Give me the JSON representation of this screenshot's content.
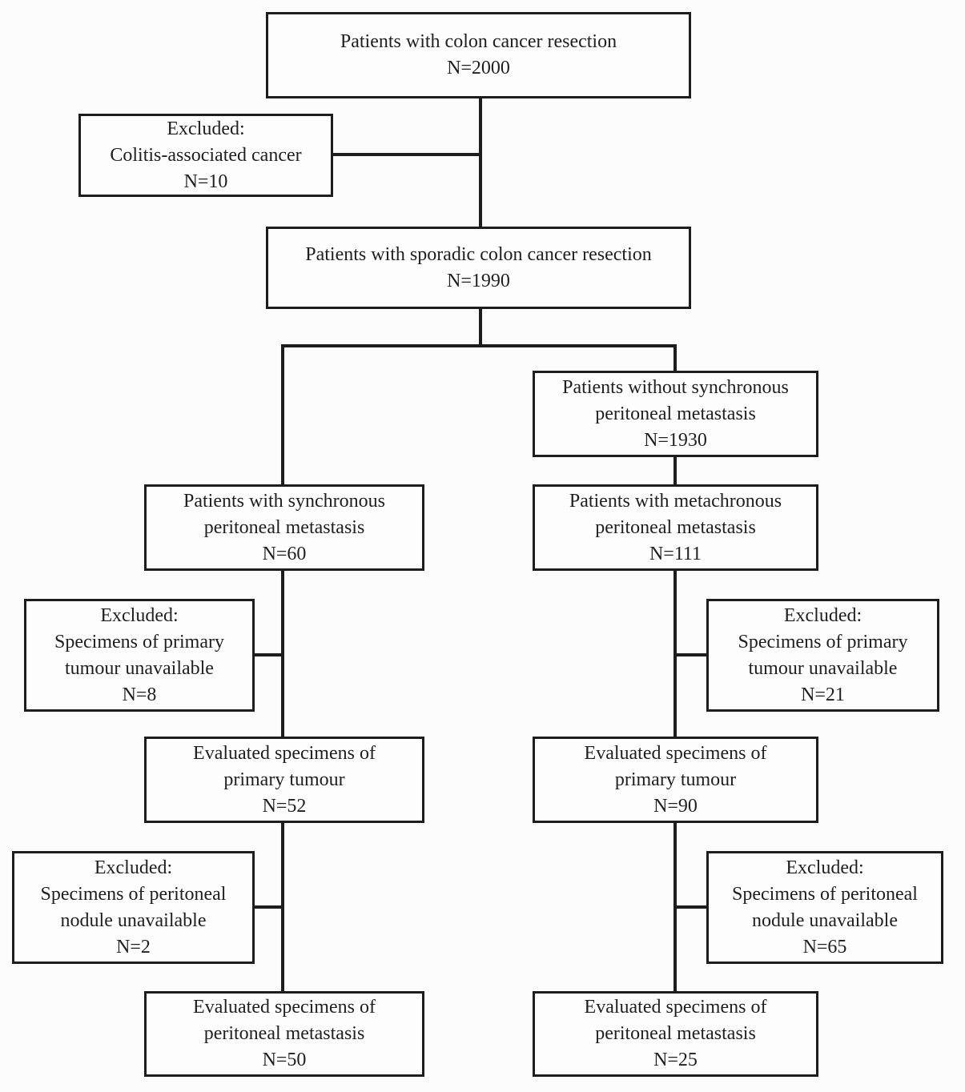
{
  "diagram": {
    "type": "flowchart",
    "description": "Patient selection flow diagram for colon cancer resection study",
    "colors": {
      "line": "#1d1d1d",
      "text": "#1f1f1f",
      "box_background": "#fdfdfd",
      "page_background": "#fcfcfc"
    },
    "nodes": {
      "colon_resection": {
        "lines": [
          "Patients with colon cancer resection",
          "N=2000"
        ],
        "n": 2000
      },
      "excluded_colitis": {
        "lines": [
          "Excluded:",
          "Colitis-associated cancer",
          "N=10"
        ],
        "n": 10
      },
      "sporadic_resection": {
        "lines": [
          "Patients with sporadic colon cancer resection",
          "N=1990"
        ],
        "n": 1990
      },
      "without_synchronous": {
        "lines": [
          "Patients without synchronous",
          "peritoneal metastasis",
          "N=1930"
        ],
        "n": 1930
      },
      "with_synchronous": {
        "lines": [
          "Patients with synchronous",
          "peritoneal metastasis",
          "N=60"
        ],
        "n": 60
      },
      "metachronous": {
        "lines": [
          "Patients with metachronous",
          "peritoneal metastasis",
          "N=111"
        ],
        "n": 111
      },
      "excluded_primary_sync": {
        "lines": [
          "Excluded:",
          "Specimens of primary",
          "tumour unavailable",
          "N=8"
        ],
        "n": 8
      },
      "excluded_primary_meta": {
        "lines": [
          "Excluded:",
          "Specimens of primary",
          "tumour unavailable",
          "N=21"
        ],
        "n": 21
      },
      "eval_primary_sync": {
        "lines": [
          "Evaluated specimens of",
          "primary tumour",
          "N=52"
        ],
        "n": 52
      },
      "eval_primary_meta": {
        "lines": [
          "Evaluated specimens of",
          "primary tumour",
          "N=90"
        ],
        "n": 90
      },
      "excluded_nodule_sync": {
        "lines": [
          "Excluded:",
          "Specimens of peritoneal",
          "nodule unavailable",
          "N=2"
        ],
        "n": 2
      },
      "excluded_nodule_meta": {
        "lines": [
          "Excluded:",
          "Specimens of peritoneal",
          "nodule unavailable",
          "N=65"
        ],
        "n": 65
      },
      "eval_peritoneal_sync": {
        "lines": [
          "Evaluated specimens of",
          "peritoneal metastasis",
          "N=50"
        ],
        "n": 50
      },
      "eval_peritoneal_meta": {
        "lines": [
          "Evaluated specimens of",
          "peritoneal metastasis",
          "N=25"
        ],
        "n": 25
      }
    }
  }
}
